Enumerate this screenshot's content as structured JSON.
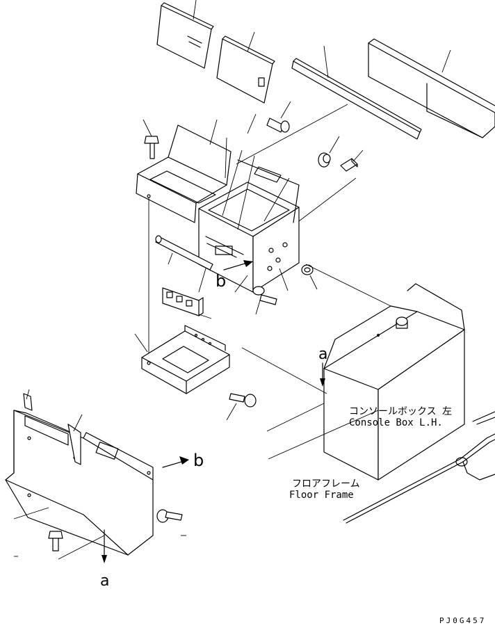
{
  "labels": {
    "console_box_jp": "コンソールボックス 左",
    "console_box_en": "Console Box L.H.",
    "floor_frame_jp": "フロアフレーム",
    "floor_frame_en": "Floor Frame",
    "ref_a": "a",
    "ref_b": "b",
    "drawing_code": "PJ0G457"
  }
}
